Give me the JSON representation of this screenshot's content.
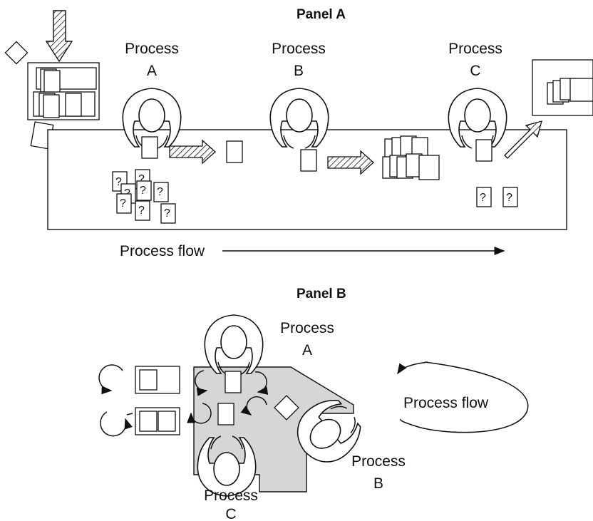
{
  "panel_a": {
    "title": "Panel A",
    "process_a": [
      "Process",
      "A"
    ],
    "process_b": [
      "Process",
      "B"
    ],
    "process_c": [
      "Process",
      "C"
    ],
    "flow_label": "Process flow",
    "question_mark": "?"
  },
  "panel_b": {
    "title": "Panel B",
    "process_a": [
      "Process",
      "A"
    ],
    "process_b": [
      "Process",
      "B"
    ],
    "process_c": [
      "Process",
      "C"
    ],
    "flow_label": "Process flow"
  },
  "colors": {
    "table_fill": "#d6d6d6",
    "ink": "#111111"
  }
}
